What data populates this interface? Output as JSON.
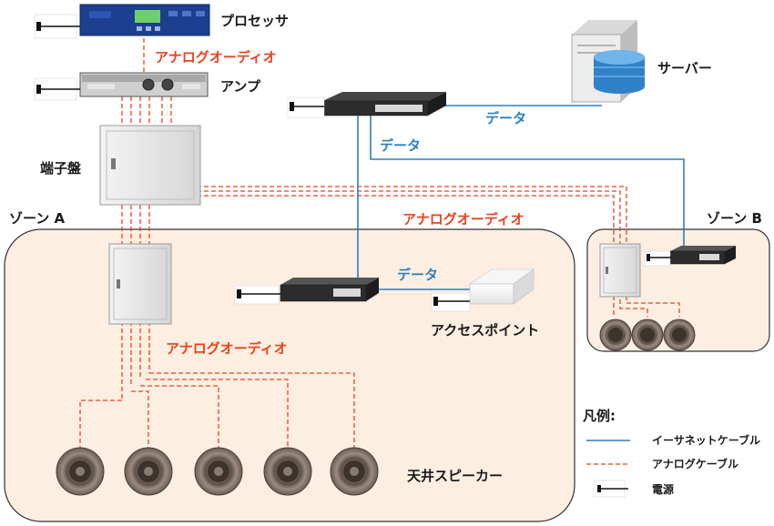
{
  "devices": {
    "processor": "プロセッサ",
    "amp": "アンプ",
    "server": "サーバー",
    "terminal_board": "端子盤",
    "access_point": "アクセスポイント",
    "ceiling_speakers": "天井スピーカー"
  },
  "zones": {
    "zone_a": "ゾーン A",
    "zone_b": "ゾーン B"
  },
  "connections": {
    "analog_audio": "アナログオーディオ",
    "data": "データ"
  },
  "legend": {
    "title": "凡例:",
    "ethernet": "イーサネットケーブル",
    "analog": "アナログケーブル",
    "power": "電源"
  },
  "colors": {
    "analog": "#e8431f",
    "ethernet": "#2b7fc1",
    "zone_fill": "#fdeee2"
  }
}
